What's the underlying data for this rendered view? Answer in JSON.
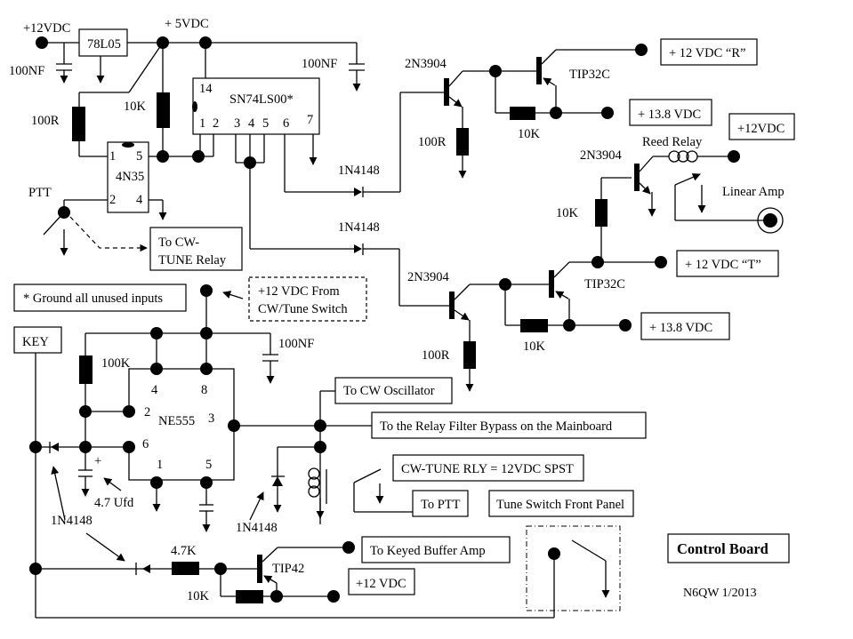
{
  "diagram": {
    "title": "Control Board",
    "author_date": "N6QW 1/2013",
    "supply_labels": {
      "v12_top": "+12VDC",
      "v5": "+ 5VDC",
      "regulator": "78L05",
      "cap_reg_in": "100NF",
      "cap_logic": "100NF",
      "res_optocoupler": "100R",
      "res_pullup": "10K"
    },
    "optocoupler": {
      "part": "4N35",
      "pins": [
        "1",
        "5",
        "2",
        "4"
      ],
      "ptt_label": "PTT"
    },
    "logic_ic": {
      "part": "SN74LS00*",
      "pins": [
        "14",
        "1",
        "2",
        "3",
        "4",
        "5",
        "6",
        "7"
      ]
    },
    "note_box": "* Ground all unused inputs",
    "to_cw_tune_relay": [
      "To CW-",
      "TUNE Relay"
    ],
    "cw_tune_switch_box": [
      "+12 VDC From",
      "CW/Tune Switch"
    ],
    "rx_switch": {
      "diode": "1N4148",
      "driver": "2N3904",
      "driver_emitter_res": "100R",
      "pass_transistor": "TIP32C",
      "base_res": "10K",
      "out_label": "+ 12 VDC “R”",
      "in_label": "+ 13.8 VDC"
    },
    "tx_switch": {
      "diode": "1N4148",
      "driver": "2N3904",
      "driver_emitter_res": "100R",
      "pass_transistor": "TIP32C",
      "base_res": "10K",
      "out_label": "+ 12 VDC “T”",
      "in_label": "+ 13.8 VDC"
    },
    "linear_amp": {
      "supply_label": "+12VDC",
      "driver": "2N3904",
      "base_res": "10K",
      "relay_label": "Reed Relay",
      "output_label": "Linear Amp"
    },
    "timer": {
      "part": "NE555",
      "pins": [
        "4",
        "8",
        "2",
        "3",
        "6",
        "1",
        "5"
      ],
      "timing_res": "100K",
      "timing_cap": "4.7 Ufd",
      "cap_polarity": "+",
      "decoupling_cap": "100NF",
      "key_label": "KEY",
      "diode_left": "1N4148",
      "diode_relay": "1N4148"
    },
    "outputs": {
      "cw_oscillator": "To CW Oscillator",
      "relay_filter_bypass": "To the Relay Filter Bypass on the Mainboard",
      "relay_spec": "CW-TUNE RLY = 12VDC SPST",
      "to_ptt": "To PTT",
      "tune_switch": "Tune Switch Front Panel",
      "keyed_buffer": "To Keyed Buffer Amp",
      "v12_keyed": "+12 VDC"
    },
    "keyer": {
      "series_res": "4.7K",
      "base_res": "10K",
      "transistor": "TIP42"
    }
  }
}
